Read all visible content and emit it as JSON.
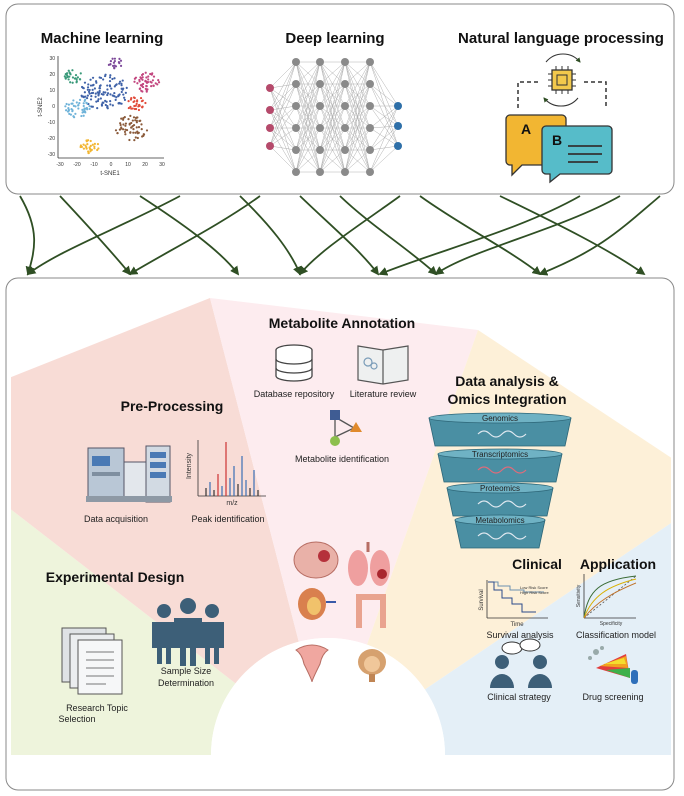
{
  "top": {
    "ml_title": "Machine learning",
    "dl_title": "Deep learning",
    "nlp_title": "Natural language processing",
    "tsne_xlabel": "t-SNE1",
    "tsne_ylabel": "t-SNE2",
    "tsne_xticks": [
      "-30",
      "-20",
      "-10",
      "0",
      "10",
      "20",
      "30"
    ],
    "tsne_yticks": [
      "30",
      "20",
      "10",
      "0",
      "-10",
      "-20",
      "-30"
    ],
    "bubble_a": "A",
    "bubble_b": "B"
  },
  "sections": {
    "annotation": {
      "title": "Metabolite Annotation",
      "db_label": "Database repository",
      "lit_label": "Literature review",
      "id_label": "Metabolite identification"
    },
    "preprocessing": {
      "title": "Pre-Processing",
      "acq_label": "Data acquisition",
      "peak_label": "Peak identification",
      "intensity": "Intensity",
      "mz": "m/z"
    },
    "analysis": {
      "title_line1": "Data analysis &",
      "title_line2": "Omics Integration",
      "layers": [
        "Genomics",
        "Transcriptomics",
        "Proteomics",
        "Metabolomics"
      ]
    },
    "experimental": {
      "title": "Experimental Design",
      "topic_line1": "Research Topic",
      "topic_line2": "Selection",
      "sample_line1": "Sample Size",
      "sample_line2": "Determination"
    },
    "clinical": {
      "title_a": "Clinical",
      "title_b": "Application",
      "survival_label": "Survival analysis",
      "survival_y": "Survival",
      "survival_x": "Time",
      "survival_low": "Low Risk Score",
      "survival_high": "High Risk Score",
      "class_label": "Classification model",
      "class_y": "Sensitivity",
      "class_x": "Specificity",
      "strategy_label": "Clinical strategy",
      "drug_label": "Drug screening"
    }
  },
  "colors": {
    "annotation": "#fdecef",
    "preprocessing": "#f8dcd6",
    "analysis": "#fdf0d8",
    "experimental": "#eef4dc",
    "clinical": "#e4eff7",
    "arrow": "#2f4f24",
    "teal": "#4a8fa3"
  }
}
